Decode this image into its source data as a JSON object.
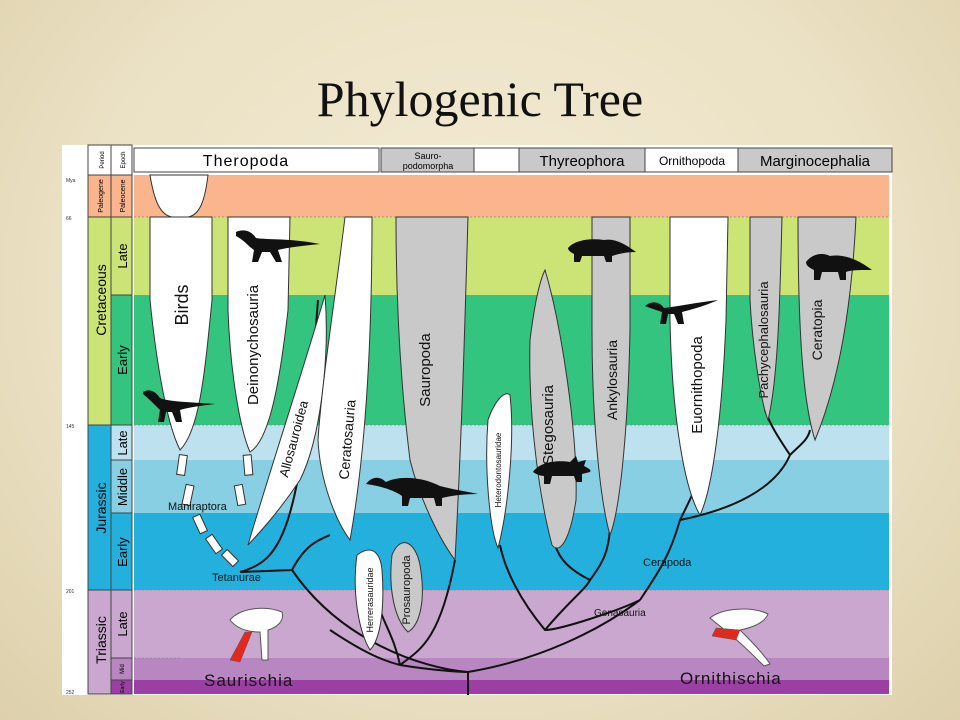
{
  "slide": {
    "title": "Phylogenic Tree"
  },
  "header": {
    "col_period": "Period",
    "col_epoch": "Epoch",
    "groups": [
      "Theropoda",
      "Sauro-",
      "podomorpha",
      "Thyreophora",
      "Ornithopoda",
      "Marginocephalia"
    ]
  },
  "time": {
    "tick_mya": [
      "Mya",
      "66",
      "145",
      "201",
      "252"
    ],
    "periods": [
      "Paleogene",
      "Cretaceous",
      "Jurassic",
      "Triassic"
    ],
    "epochs": [
      "Paleocene",
      "Late",
      "Early",
      "Late",
      "Middle",
      "Early",
      "Late",
      "Mid",
      "Early"
    ]
  },
  "clades": {
    "birds": "Birds",
    "deinonychosauria": "Deinonychosauria",
    "allosauroidea": "Allosauroidea",
    "ceratosauria": "Ceratosauria",
    "sauropoda": "Sauropoda",
    "herrerasauridae": "Herrerasauridae",
    "prosauropoda": "Prosauropoda",
    "heterodontosauridae": "Heterodontosauridae",
    "stegosauria": "Stegosauria",
    "ankylosauria": "Ankylosauria",
    "euornithopoda": "Euornithopoda",
    "pachycephalosauria": "Pachycephalosauria",
    "ceratopia": "Ceratopia"
  },
  "nodes": {
    "maniraptora": "Maniraptora",
    "tetanurae": "Tetanurae",
    "cerapoda": "Cerapoda",
    "genasauria": "Genasauria",
    "saurischia": "Saurischia",
    "ornithischia": "Ornithischia"
  },
  "colors": {
    "paleogene": "#fbb58d",
    "late_cretaceous": "#cce475",
    "early_cretaceous": "#33c47f",
    "late_jurassic": "#bde1ef",
    "middle_jurassic": "#88cfe4",
    "early_jurassic": "#24b0dc",
    "late_triassic": "#caa7cf",
    "mid_triassic": "#b886c0",
    "early_triassic": "#9c3fa4",
    "saurischia_clade": "#ffffff",
    "ornithischia_clade": "#c9c9c9",
    "hip_highlight": "#e02a1d"
  }
}
